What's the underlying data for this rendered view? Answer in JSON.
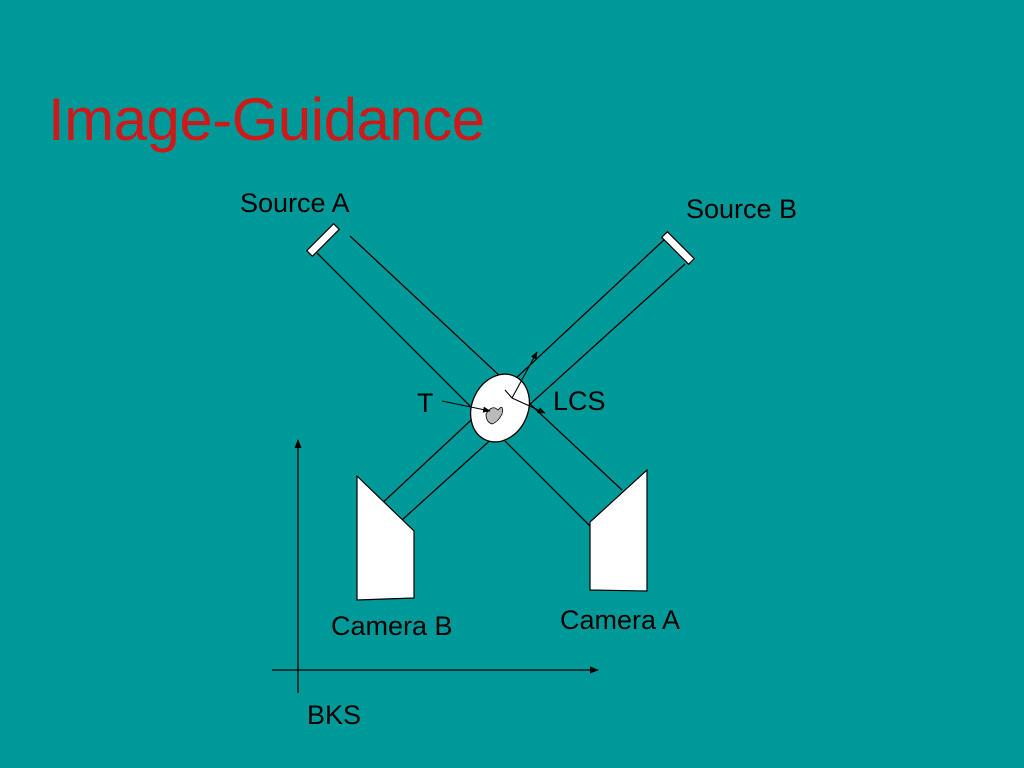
{
  "slide": {
    "title": "Image-Guidance",
    "title_color": "#cc1a1a",
    "background_color": "#009999"
  },
  "diagram": {
    "labels": {
      "source_a": "Source A",
      "source_b": "Source B",
      "target": "T",
      "local_coordinate_system": "LCS",
      "camera_a": "Camera A",
      "camera_b": "Camera B",
      "base_coordinate_system": "BKS"
    },
    "colors": {
      "line": "#000000",
      "device_fill": "#ffffff"
    }
  }
}
